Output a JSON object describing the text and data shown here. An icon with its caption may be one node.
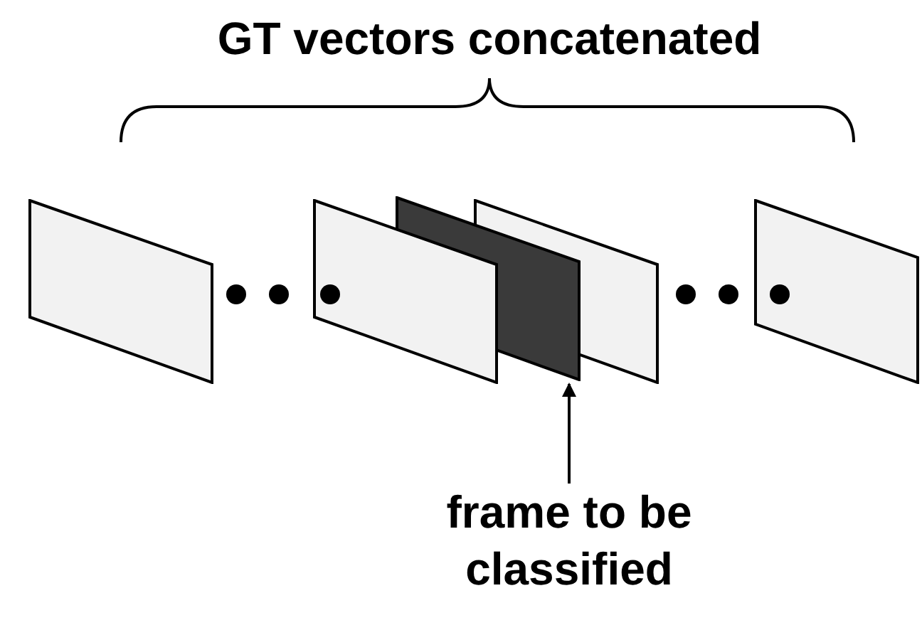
{
  "diagram": {
    "title": "GT vectors concatenated",
    "nodes": [
      {
        "text": [],
        "shape": "box"
      },
      {
        "text": [],
        "shape": "box"
      },
      {
        "text": [],
        "shape": "box"
      },
      {
        "text": [],
        "shape": "box"
      },
      {
        "text": [],
        "shape": "box"
      },
      {
        "text": [
          "frame to be classified"
        ]
      }
    ],
    "edges": [
      {
        "from": 5,
        "to": 2,
        "arrow": "to"
      }
    ]
  }
}
